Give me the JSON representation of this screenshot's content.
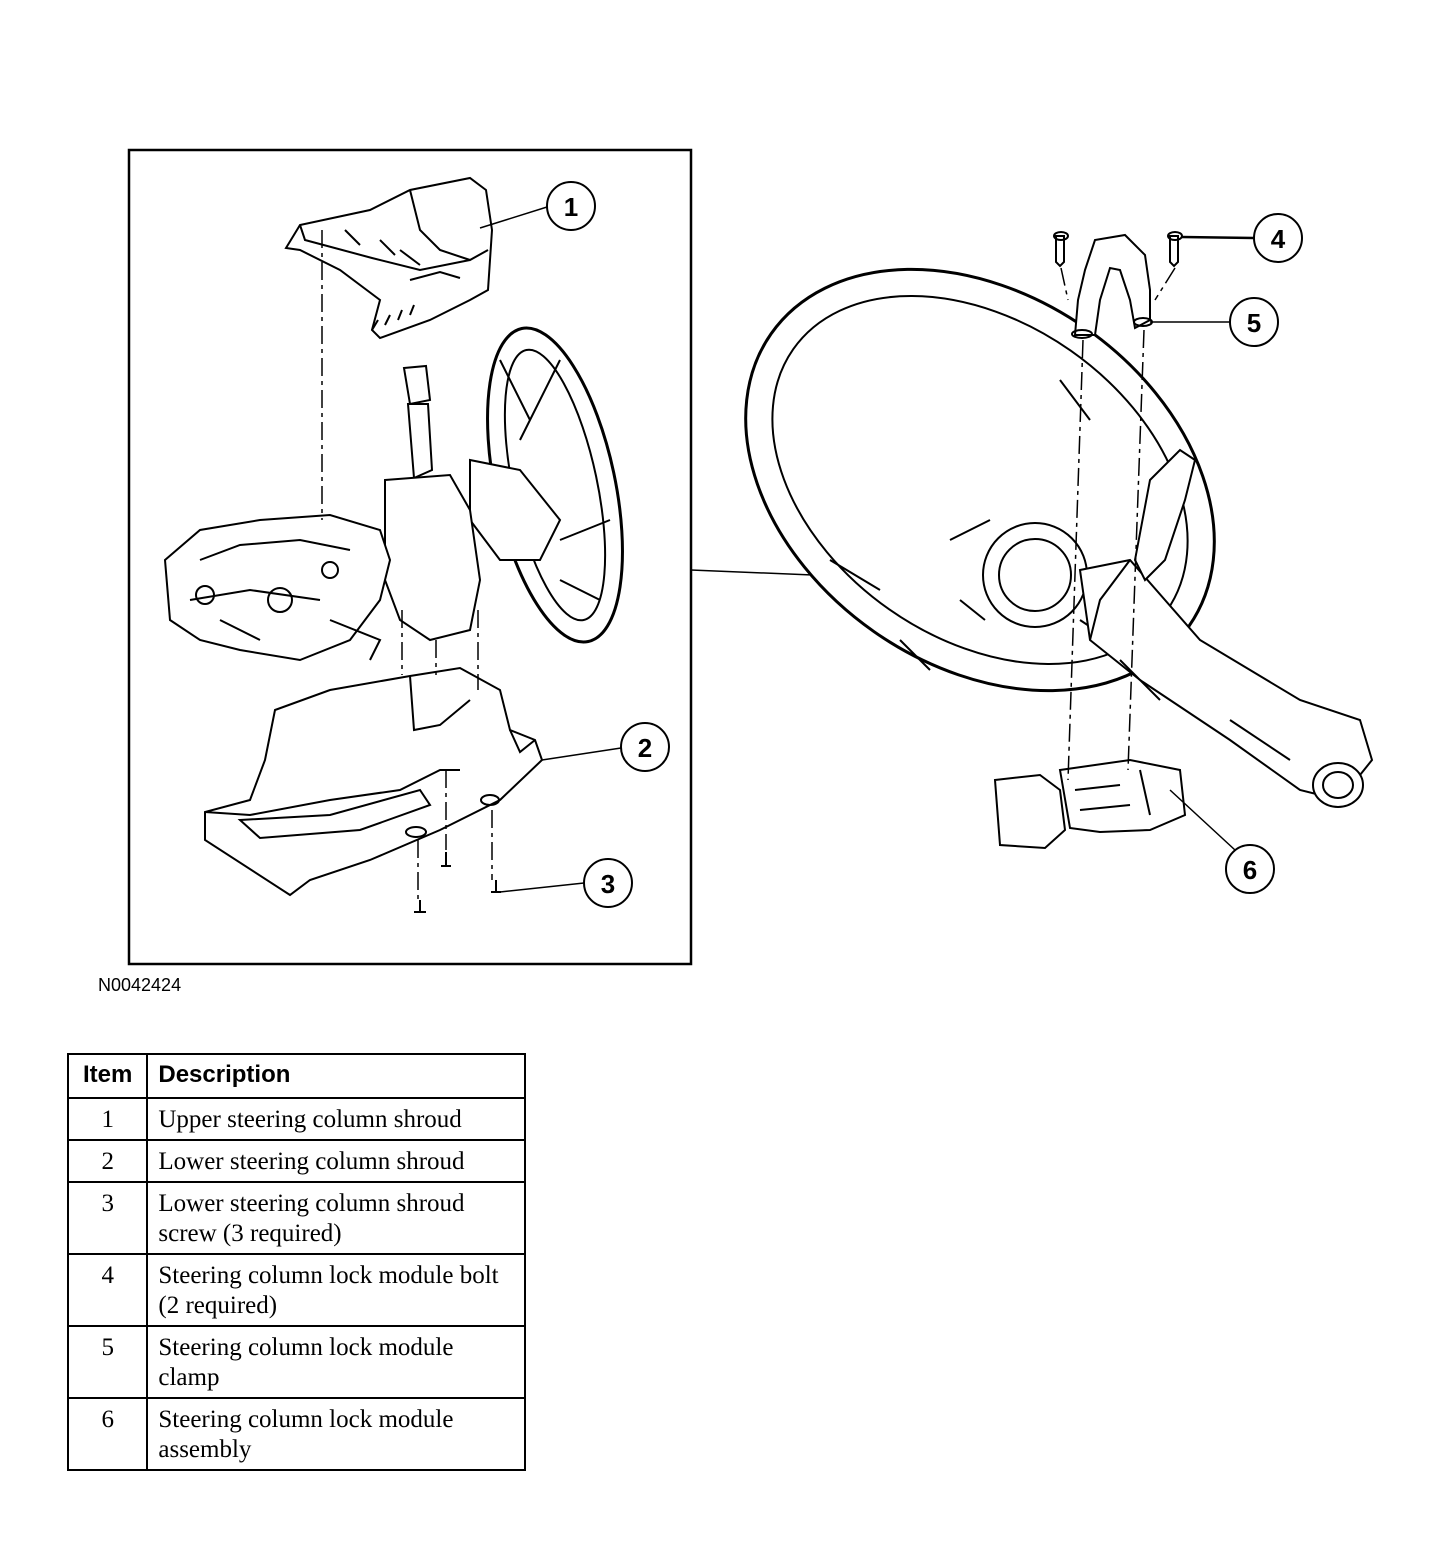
{
  "figure_id": "N0042424",
  "callouts": [
    "1",
    "2",
    "3",
    "4",
    "5",
    "6"
  ],
  "legend": {
    "headers": {
      "item": "Item",
      "description": "Description"
    },
    "rows": [
      {
        "item": "1",
        "description": "Upper steering column shroud"
      },
      {
        "item": "2",
        "description": "Lower steering column shroud"
      },
      {
        "item": "3",
        "description": "Lower steering column shroud screw (3 required)"
      },
      {
        "item": "4",
        "description": "Steering column lock module bolt (2 required)"
      },
      {
        "item": "5",
        "description": "Steering column lock module clamp"
      },
      {
        "item": "6",
        "description": "Steering column lock module assembly"
      }
    ]
  },
  "colors": {
    "line": "#000000",
    "background": "#ffffff"
  }
}
